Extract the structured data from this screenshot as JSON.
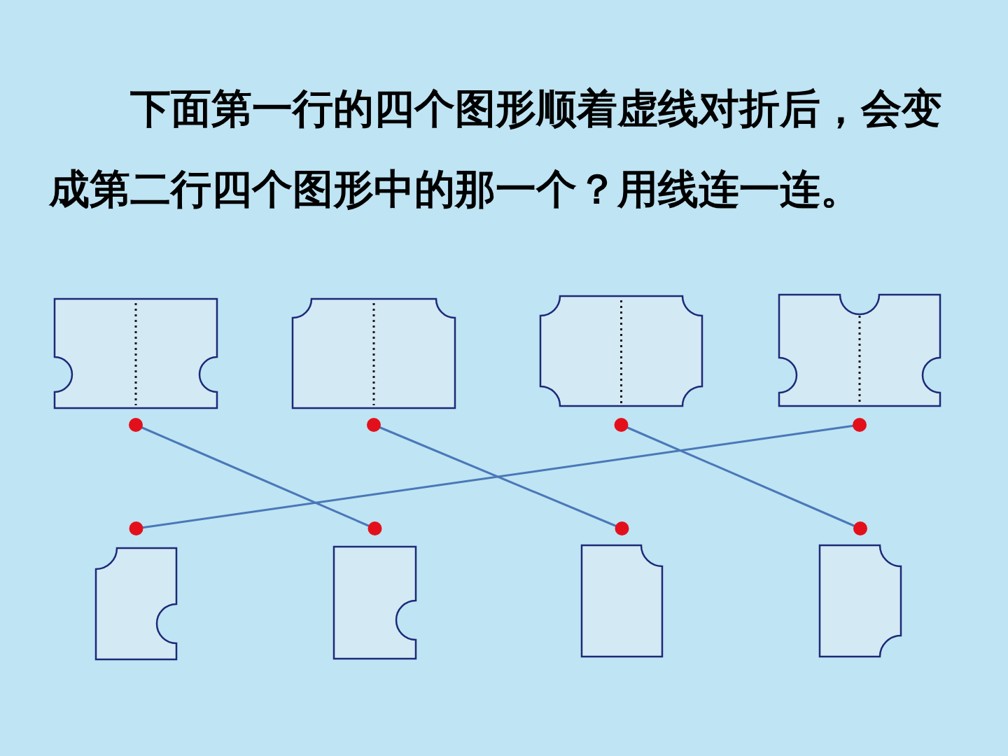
{
  "diagram": {
    "title": "下面第一行的四个图形顺着虚线对折后，会变 成第二行四个图形中的那一个？用线连一连。",
    "nodes": [
      {
        "text": []
      },
      {
        "text": []
      },
      {
        "text": []
      },
      {
        "text": []
      },
      {
        "text": []
      },
      {
        "text": []
      },
      {
        "text": []
      },
      {
        "text": []
      }
    ],
    "edges": [
      {
        "from": 0,
        "to": 5,
        "arrow": "none"
      },
      {
        "from": 1,
        "to": 6,
        "arrow": "none"
      },
      {
        "from": 2,
        "to": 7,
        "arrow": "none"
      },
      {
        "from": 3,
        "to": 4,
        "arrow": "none"
      }
    ]
  }
}
